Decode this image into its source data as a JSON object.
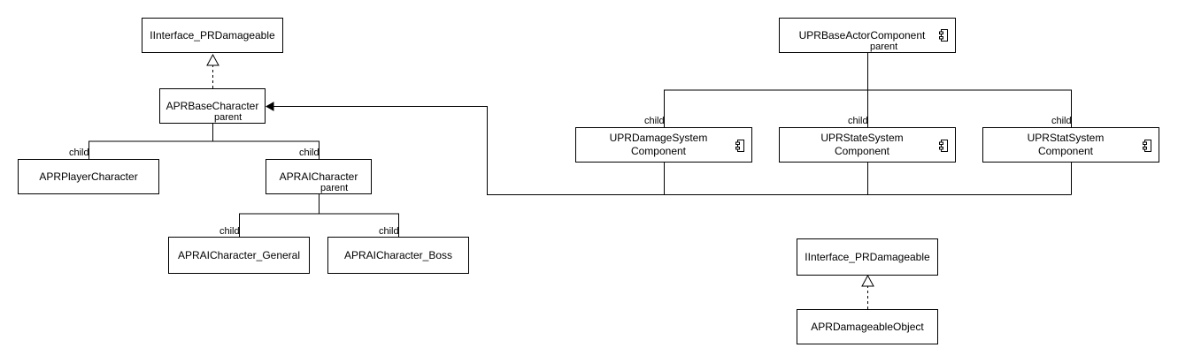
{
  "nodes": {
    "iface_top": "IInterface_PRDamageable",
    "base_character": "APRBaseCharacter",
    "player_character": "APRPlayerCharacter",
    "ai_character": "APRAICharacter",
    "ai_general": "APRAICharacter_General",
    "ai_boss": "APRAICharacter_Boss",
    "base_actor_component": "UPRBaseActorComponent",
    "damage_system_component": "UPRDamageSystem\nComponent",
    "state_system_component": "UPRStateSystem\nComponent",
    "stat_system_component": "UPRStatSystem\nComponent",
    "iface_bottom": "IInterface_PRDamageable",
    "damageable_object": "APRDamageableObject"
  },
  "labels": {
    "parent": "parent",
    "child": "child"
  },
  "icons": {
    "component": "uml-component-icon",
    "realization_arrow": "hollow-triangle-arrow",
    "association_arrow": "filled-arrowhead"
  }
}
